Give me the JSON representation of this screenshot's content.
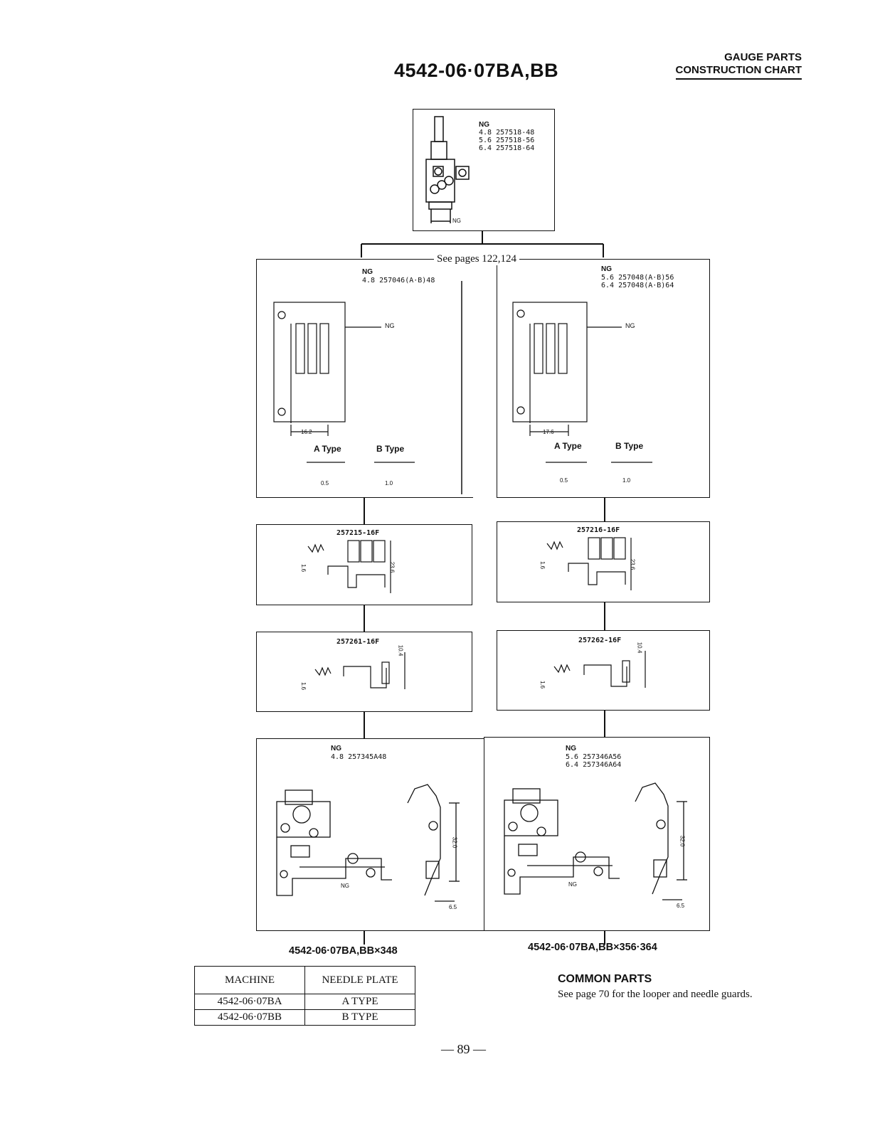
{
  "header": {
    "model_title": "4542-06·07BA,BB",
    "chart_title_line1": "GAUGE PARTS",
    "chart_title_line2": "CONSTRUCTION CHART"
  },
  "needle_clamp": {
    "ng_heading": "NG",
    "parts": [
      "4.8 257518-48",
      "5.6 257518-56",
      "6.4 257518-64"
    ],
    "dim_label": "NG"
  },
  "see_pages": "See pages 122,124",
  "needle_plate_left": {
    "ng_heading": "NG",
    "part": "4.8 257046(A·B)48",
    "ng_label": "NG",
    "dim": "16.2",
    "type_a": "A Type",
    "type_b": "B Type",
    "dim_a": "0.5",
    "dim_b": "1.0"
  },
  "needle_plate_right": {
    "ng_heading": "NG",
    "parts": [
      "5.6 257048(A·B)56",
      "6.4 257048(A·B)64"
    ],
    "ng_label": "NG",
    "dim": "17.6",
    "type_a": "A Type",
    "type_b": "B Type",
    "dim_a": "0.5",
    "dim_b": "1.0"
  },
  "main_feed_left": {
    "part": "257215-16F",
    "dim_h": "1.6",
    "dim_v": "23.6"
  },
  "main_feed_right": {
    "part": "257216-16F",
    "dim_h": "1.6",
    "dim_v": "23.6"
  },
  "diff_feed_left": {
    "part": "257261-16F",
    "dim_h": "1.6",
    "dim_v": "10.4"
  },
  "diff_feed_right": {
    "part": "257262-16F",
    "dim_h": "1.6",
    "dim_v": "10.4"
  },
  "presser_left": {
    "ng_heading": "NG",
    "part": "4.8 257345A48",
    "ng_label": "NG",
    "dim_v": "32.0",
    "dim_h": "6.5",
    "model": "4542-06·07BA,BB×348"
  },
  "presser_right": {
    "ng_heading": "NG",
    "parts": [
      "5.6 257346A56",
      "6.4 257346A64"
    ],
    "ng_label": "NG",
    "dim_v": "32.0",
    "dim_h": "6.5",
    "model": "4542-06·07BA,BB×356·364"
  },
  "machine_table": {
    "headers": [
      "MACHINE",
      "NEEDLE PLATE"
    ],
    "rows": [
      [
        "4542-06·07BA",
        "A TYPE"
      ],
      [
        "4542-06·07BB",
        "B TYPE"
      ]
    ]
  },
  "common_parts": {
    "title": "COMMON PARTS",
    "text": "See page 70 for the looper and needle guards."
  },
  "page_number": "— 89 —"
}
